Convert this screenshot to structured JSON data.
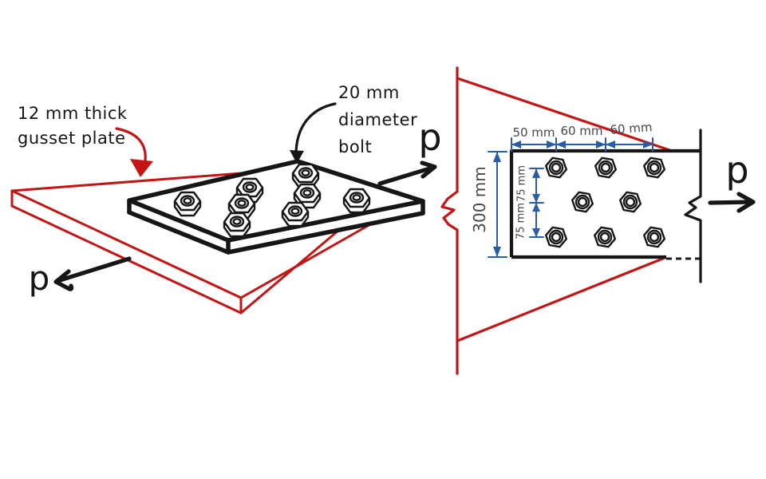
{
  "colors": {
    "red": "#c41414",
    "ink": "#161616",
    "blue": "#2a5da8",
    "dimtext": "#474747"
  },
  "view3d": {
    "gusset_label_line1": "12 mm thick",
    "gusset_label_line2": "gusset plate",
    "bolt_label_line1": "20 mm",
    "bolt_label_line2": "diameter",
    "bolt_label_line3": "bolt",
    "force_right": "p",
    "force_left": "p"
  },
  "view2d": {
    "dim_col1": "50 mm",
    "dim_col2": "60 mm",
    "dim_col3": "60 mm",
    "dim_height": "300 mm",
    "dim_row1": "75 mm",
    "dim_row2": "75 mm",
    "force": "p"
  }
}
